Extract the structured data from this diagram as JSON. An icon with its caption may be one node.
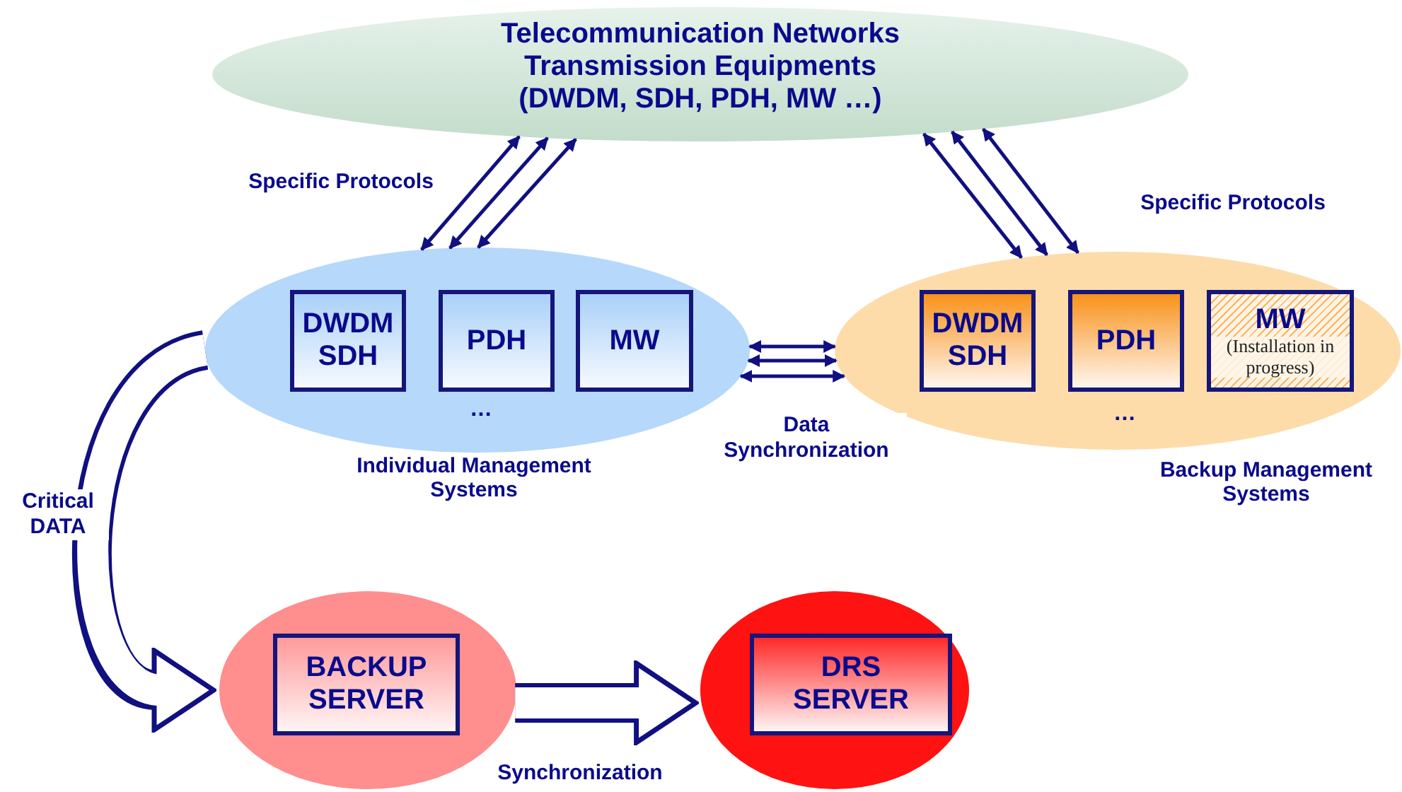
{
  "diagram": {
    "nodes": [
      {
        "text": [
          "Telecommunication Networks Transmission Equipments (DWDM, SDH, PDH, MW …)"
        ]
      },
      {
        "text": [
          "…",
          "Individual Management Systems"
        ]
      },
      {
        "text": [
          "DWDM SDH"
        ],
        "in": 1
      },
      {
        "text": [
          "PDH"
        ],
        "in": 1
      },
      {
        "text": [
          "MW"
        ],
        "in": 1
      },
      {
        "text": [
          "…",
          "Backup Management Systems"
        ]
      },
      {
        "text": [
          "DWDM SDH"
        ],
        "in": 5
      },
      {
        "text": [
          "PDH"
        ],
        "in": 5
      },
      {
        "text": [
          "MW",
          "(Installation in progress)"
        ],
        "in": 5
      },
      {
        "text": [],
        "shape": "circle"
      },
      {
        "text": [
          "BACKUP SERVER"
        ],
        "in": 9
      },
      {
        "text": [],
        "shape": "circle"
      },
      {
        "text": [
          "DRS SERVER"
        ],
        "in": 11
      }
    ],
    "edges": [
      {
        "from": 0,
        "to": 1,
        "arrow": "both",
        "label": "Specific Protocols"
      },
      {
        "from": 0,
        "to": 1,
        "arrow": "both"
      },
      {
        "from": 0,
        "to": 1,
        "arrow": "both"
      },
      {
        "from": 0,
        "to": 5,
        "arrow": "both"
      },
      {
        "from": 0,
        "to": 5,
        "arrow": "both"
      },
      {
        "from": 0,
        "to": 5,
        "arrow": "both",
        "label": "Specific Protocols"
      },
      {
        "from": 1,
        "to": 5,
        "arrow": "both"
      },
      {
        "from": 1,
        "to": 5,
        "arrow": "both"
      },
      {
        "from": 1,
        "to": 5,
        "arrow": "both",
        "label": "Data Synchronization"
      },
      {
        "from": 1,
        "to": 9,
        "arrow": "to",
        "label": "Critical DATA",
        "style": "thick"
      },
      {
        "from": 9,
        "to": 11,
        "arrow": "to",
        "label": "Synchronization",
        "style": "thick"
      }
    ]
  }
}
